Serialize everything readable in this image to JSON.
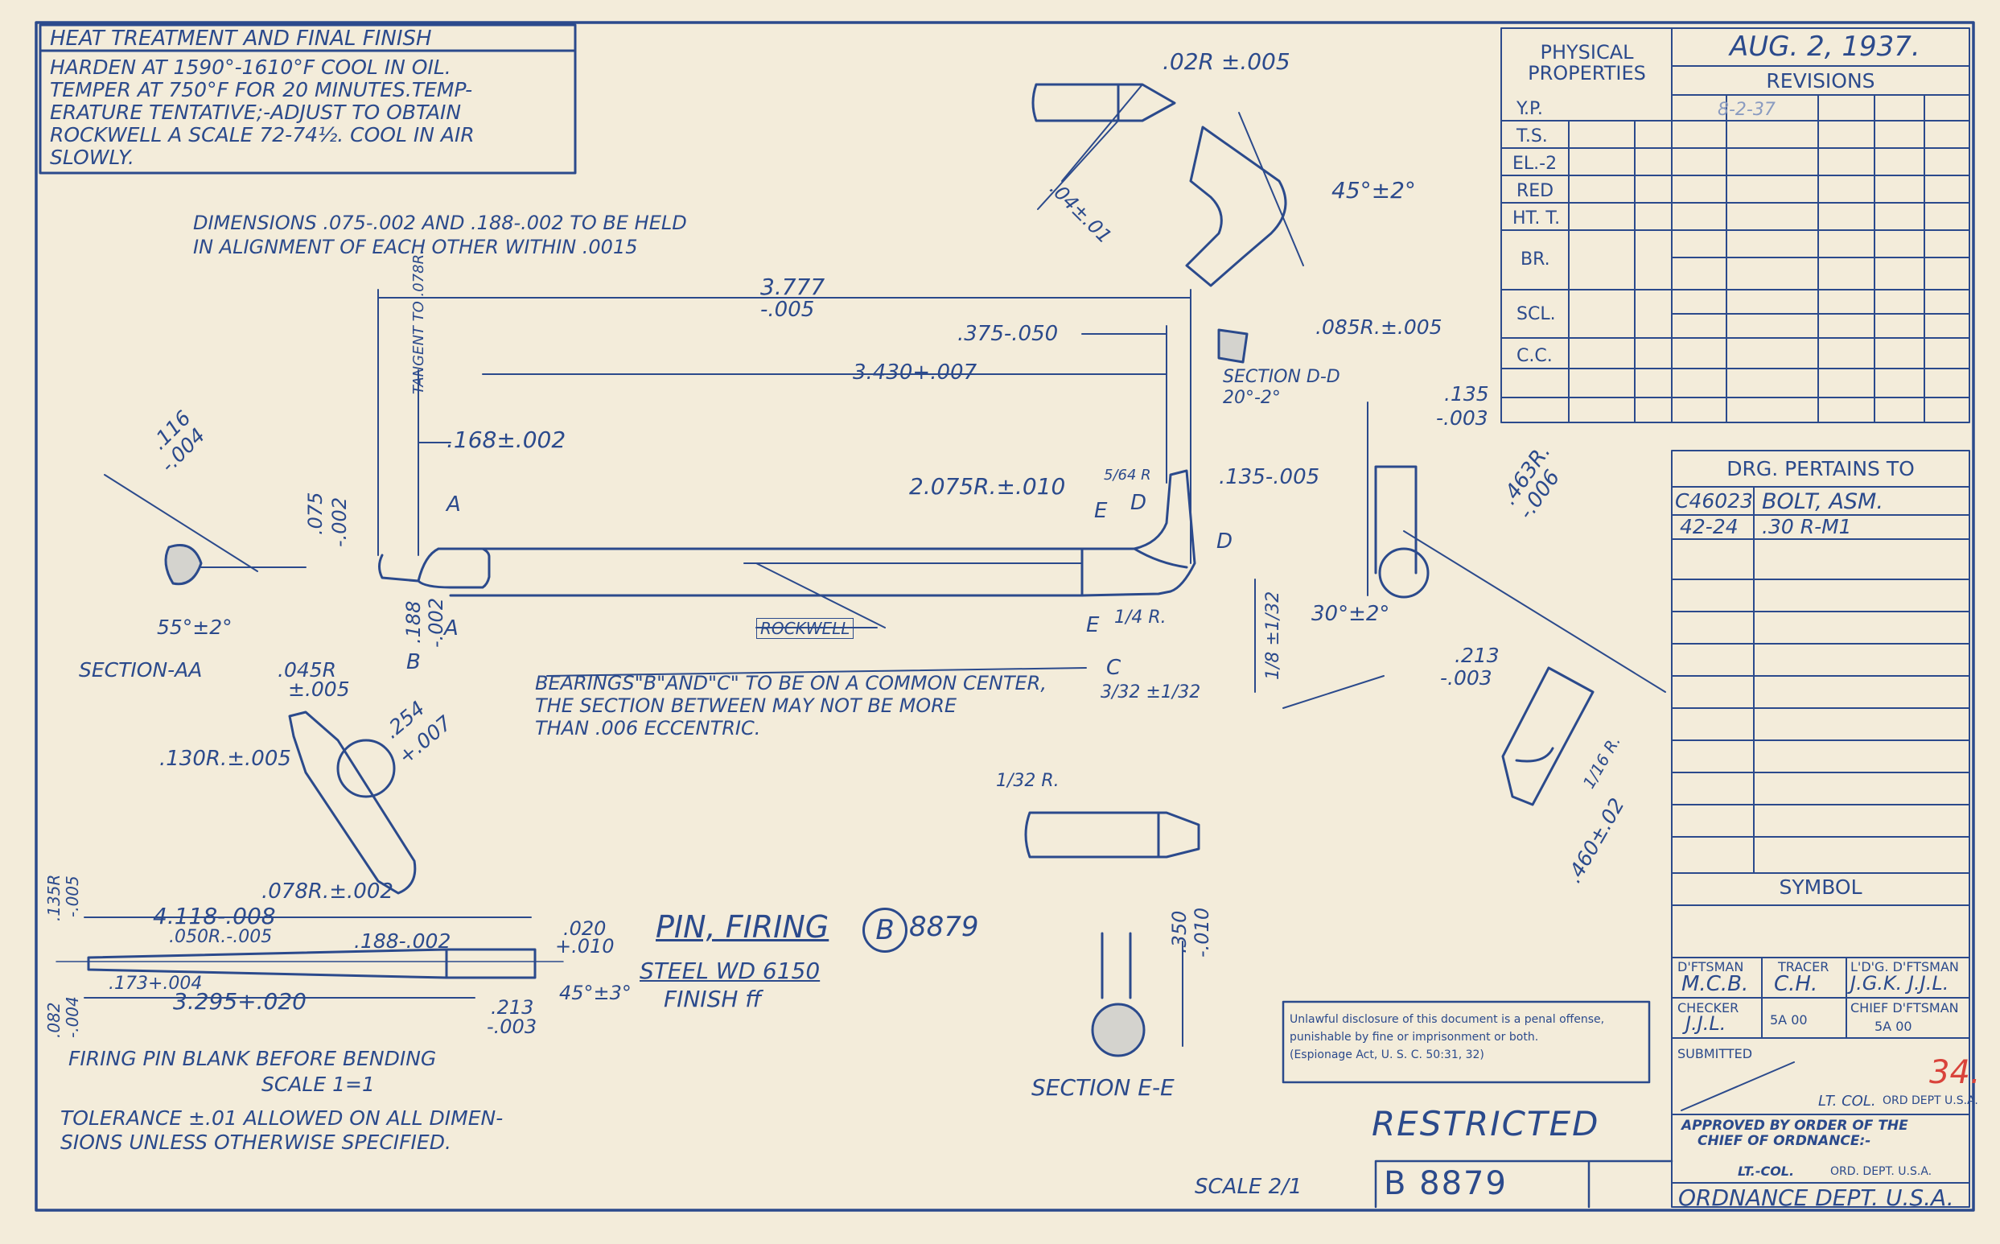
{
  "heat_treatment": {
    "title": "HEAT TREATMENT AND FINAL FINISH",
    "lines": [
      "HARDEN AT 1590°-1610°F COOL IN OIL.",
      "TEMPER AT 750°F FOR 20 MINUTES.TEMP-",
      "ERATURE TENTATIVE;-ADJUST TO OBTAIN",
      "ROCKWELL A SCALE 72-74½. COOL IN AIR",
      "SLOWLY."
    ]
  },
  "notes": {
    "alignment": [
      "DIMENSIONS .075-.002 AND .188-.002 TO BE HELD",
      "IN ALIGNMENT OF EACH OTHER WITHIN .0015"
    ],
    "bearings": [
      "BEARINGS\"B\"AND\"C\" TO BE ON A COMMON CENTER,",
      "THE SECTION BETWEEN MAY NOT BE MORE",
      "THAN .006 ECCENTRIC."
    ],
    "blank": [
      "FIRING PIN BLANK BEFORE BENDING",
      "SCALE  1=1"
    ],
    "tolerance": [
      "TOLERANCE ±.01 ALLOWED ON ALL DIMEN-",
      "SIONS UNLESS OTHERWISE SPECIFIED."
    ]
  },
  "part": {
    "name": "PIN, FIRING",
    "circle_letter": "B",
    "number": "8879",
    "material": "STEEL WD 6150",
    "finish": "FINISH ff"
  },
  "dimensions": {
    "d_3777": "3.777",
    "d_3777_tol": "-.005",
    "d_375": ".375-.050",
    "d_3430": "3.430+.007",
    "d_085r": ".085R.±.005",
    "section_dd": "SECTION D-D",
    "section_dd_angle": "20°-2°",
    "d_135a": ".135",
    "d_135a_tol": "-.003",
    "d_168": ".168±.002",
    "tangent": "TANGENT TO .078R.",
    "d_075": ".075",
    "d_075_tol": "-.002",
    "d_116": ".116",
    "d_116_tol": "-.004",
    "d_2075": "2.075R.±.010",
    "d_135b": ".135-.005",
    "d_463": ".463R.",
    "d_463_tol": "-.006",
    "d_02r": ".02R ±.005",
    "d_04": ".04±.01",
    "angle_45": "45°±2°",
    "angle_55": "55°±2°",
    "section_aa": "SECTION-AA",
    "d_045r": ".045R",
    "d_045r_tol": "±.005",
    "d_254": ".254",
    "d_254_tol": "+.007",
    "d_130r": ".130R.±.005",
    "d_078r": ".078R.±.002",
    "d_188": ".188",
    "d_188_tol": "-.002",
    "rockwell": "ROCKWELL",
    "angle_30": "30°±2°",
    "d_213": ".213",
    "d_213_tol": "-.003",
    "d_460": ".460±.02",
    "r_1_16": "1/16 R.",
    "r_1_32": "1/32 R.",
    "r_1_4": "1/4 R.",
    "d_1_8": "1/8 ±1/32",
    "d_3_32": "3/32 ±1/32",
    "d_350": ".350",
    "d_350_tol": "-.010",
    "section_ee": "SECTION E-E",
    "blank_4118": "4.118-.008",
    "blank_050r": ".050R.-.005",
    "blank_188": ".188-.002",
    "blank_020": ".020",
    "blank_020_tol": "+.010",
    "blank_173": ".173+.004",
    "blank_3295": "3.295+.020",
    "blank_213": ".213",
    "blank_213_tol": "-.003",
    "blank_45": "45°±3°",
    "blank_135r": ".135R",
    "blank_135r_tol": "-.005",
    "blank_082": ".082",
    "blank_082_tol": "-.004",
    "lbl_a": "A",
    "lbl_b": "B",
    "lbl_c": "C",
    "lbl_d": "D",
    "lbl_e": "E",
    "lbl_5_64": "5/64 R"
  },
  "properties": {
    "title": [
      "PHYSICAL",
      "PROPERTIES"
    ],
    "rows": [
      "Y.P.",
      "T.S.",
      "EL.-2",
      "RED",
      "HT. T.",
      "BR.",
      "SCL.",
      "C.C."
    ]
  },
  "revisions": {
    "date": "AUG. 2, 1937.",
    "title": "REVISIONS",
    "entry": "8-2-37"
  },
  "pertains": {
    "title": "DRG. PERTAINS TO",
    "rows": [
      [
        "C46023",
        "BOLT, ASM."
      ],
      [
        "42-24",
        ".30 R-M1"
      ]
    ]
  },
  "symbol": "SYMBOL",
  "signatures": {
    "dftsman_label": "D'FTSMAN",
    "dftsman": "M.C.B.",
    "tracer_label": "TRACER",
    "tracer": "C.H.",
    "ldg_label": "L'D'G. D'FTSMAN",
    "ldg": "J.G.K.  J.J.L.",
    "checker_label": "CHECKER",
    "checker": "J.J.L.",
    "checker_date": "5A  00",
    "chief_label": "CHIEF D'FTSMAN",
    "chief": "5A     00",
    "submitted_label": "SUBMITTED",
    "submitted_role": "LT. COL.",
    "submitted_dept": "ORD DEPT U.S.A.",
    "approved": [
      "APPROVED BY ORDER OF THE",
      "CHIEF OF ORDNANCE:-"
    ],
    "approved_role": "LT.-COL.",
    "approved_dept": "ORD. DEPT. U.S.A.",
    "dept": "ORDNANCE DEPT. U.S.A."
  },
  "warning": [
    "Unlawful disclosure of this document is a penal offense,",
    "punishable by fine or imprisonment or both.",
    "(Espionage Act, U. S. C. 50:31, 32)"
  ],
  "restricted": "RESTRICTED",
  "scale": "SCALE 2/1",
  "drawing_number": "B 8879",
  "red_mark": "34."
}
